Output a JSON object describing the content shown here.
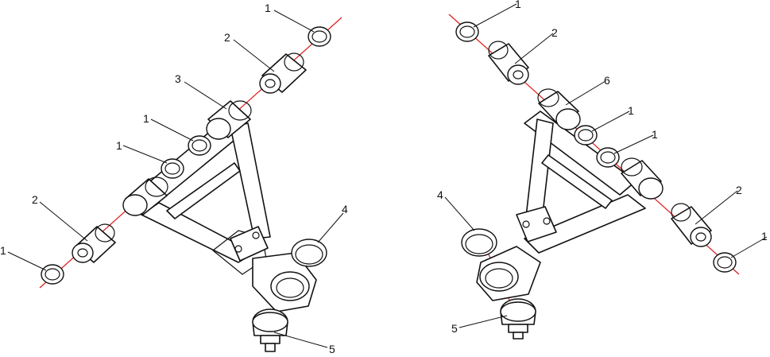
{
  "callouts": {
    "left": {
      "washer_top": "1",
      "bushing_top": "2",
      "arm_tube": "3",
      "washer_mid_a": "1",
      "washer_mid_b": "1",
      "bushing_bottom": "2",
      "washer_bottom": "1",
      "circlip": "4",
      "ball_joint": "5"
    },
    "right": {
      "washer_top": "1",
      "bushing_top": "2",
      "arm_tube": "6",
      "washer_mid_a": "1",
      "washer_mid_b": "1",
      "bushing_bottom": "2",
      "washer_bottom": "1",
      "circlip": "4",
      "ball_joint": "5"
    }
  },
  "colors": {
    "line": "#111111",
    "axis": "#e01919",
    "background": "#ffffff"
  }
}
